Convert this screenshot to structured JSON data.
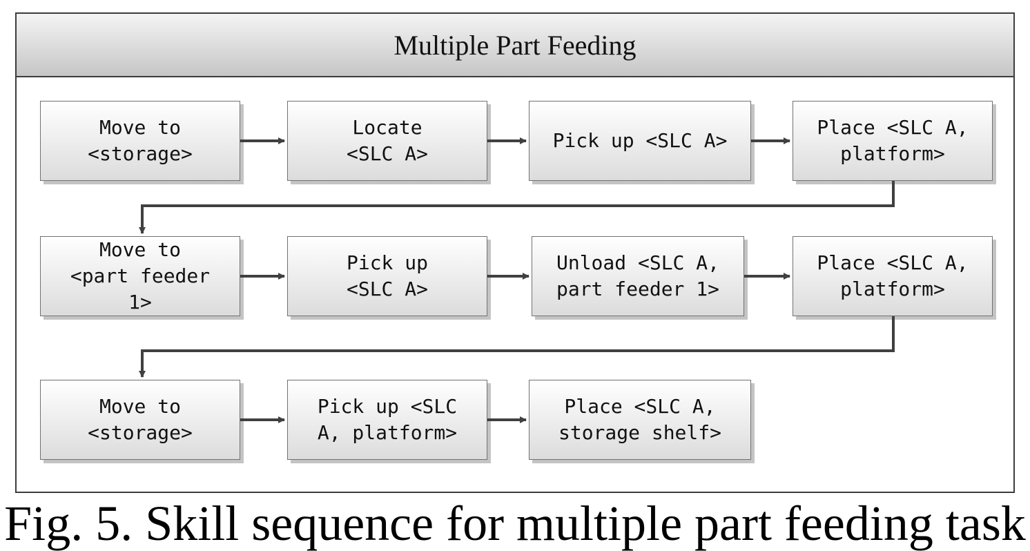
{
  "title": "Multiple Part Feeding",
  "caption": "Fig. 5. Skill sequence for multiple part feeding task",
  "rows": [
    [
      "Move to\n<storage>",
      "Locate\n<SLC A>",
      "Pick up <SLC A>",
      "Place <SLC A,\nplatform>"
    ],
    [
      "Move to\n<part feeder\n1>",
      "Pick up\n<SLC A>",
      "Unload <SLC A,\npart feeder 1>",
      "Place <SLC A,\nplatform>"
    ],
    [
      "Move to\n<storage>",
      "Pick up <SLC\nA, platform>",
      "Place <SLC A,\nstorage shelf>"
    ]
  ],
  "colors": {
    "border": "#3c3c3c",
    "arrow": "#404040",
    "box_top": "#ffffff",
    "box_bottom": "#dcdcdc"
  }
}
